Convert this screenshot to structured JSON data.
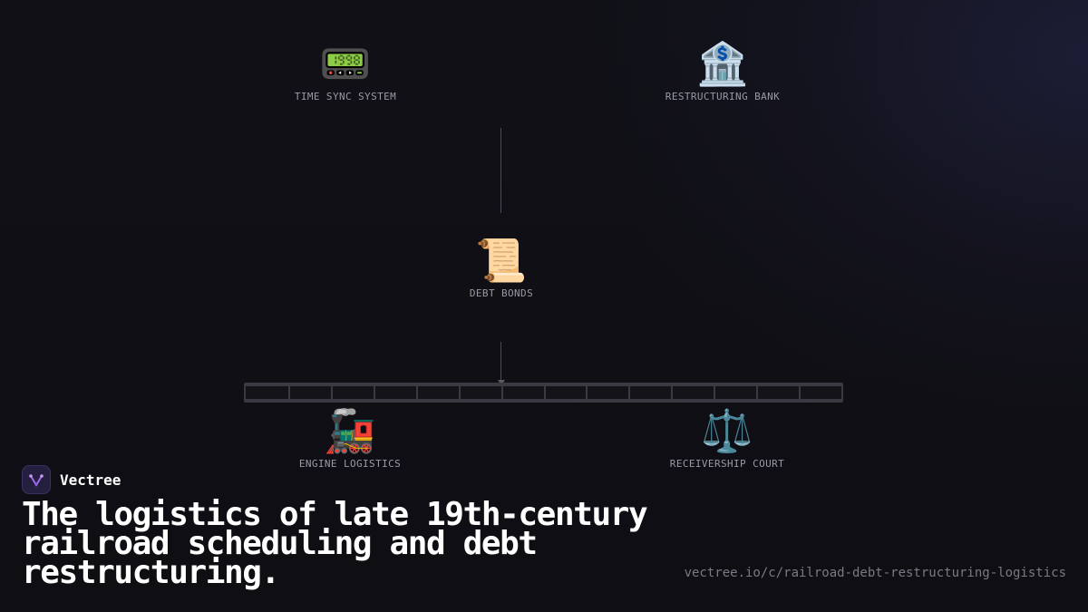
{
  "diagram": {
    "nodes": [
      {
        "id": "time-sync",
        "icon": "📟",
        "icon_name": "pager-icon",
        "label": "TIME SYNC SYSTEM"
      },
      {
        "id": "bank",
        "icon": "🏦",
        "icon_name": "bank-icon",
        "label": "RESTRUCTURING BANK"
      },
      {
        "id": "bonds",
        "icon": "📜",
        "icon_name": "scroll-icon",
        "label": "DEBT BONDS"
      },
      {
        "id": "engine",
        "icon": "🚂",
        "icon_name": "locomotive-icon",
        "label": "ENGINE LOGISTICS"
      },
      {
        "id": "court",
        "icon": "⚖️",
        "icon_name": "scales-icon",
        "label": "RECEIVERSHIP COURT"
      }
    ]
  },
  "brand": {
    "name": "Vectree",
    "logo_icon": "vectree-logo-icon",
    "accent": "#a06ae8"
  },
  "headline": "The logistics of late 19th-century railroad scheduling and debt restructuring.",
  "url": "vectree.io/c/railroad-debt-restructuring-logistics",
  "colors": {
    "background": "#0f0e13",
    "label": "#9a9aa6",
    "connector": "#4a4a54",
    "track": "#3a3a42"
  }
}
